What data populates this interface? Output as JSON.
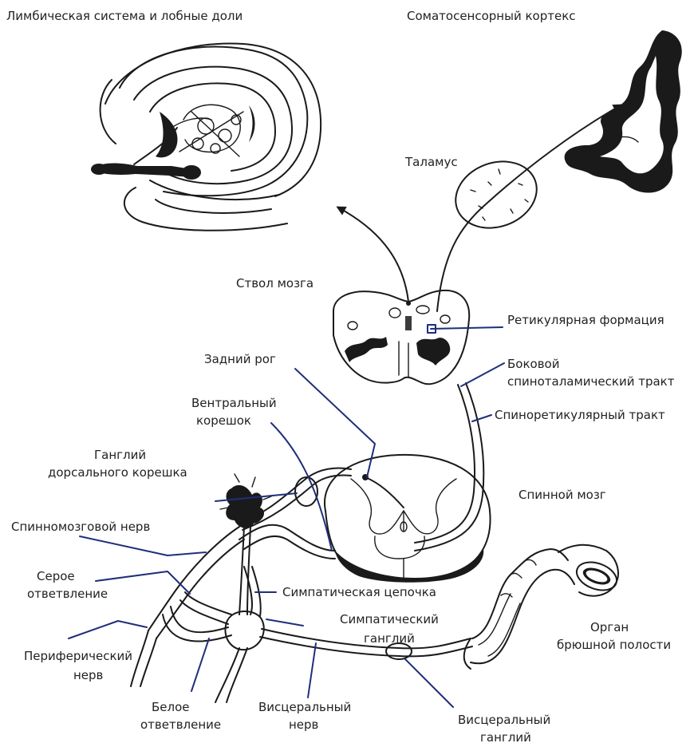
{
  "labels": {
    "limbic": "Лимбическая система и лобные доли",
    "somatosensory": "Соматосенсорный кортекс",
    "thalamus": "Таламус",
    "brainstem": "Ствол мозга",
    "reticular": "Ретикулярная формация",
    "dorsal_horn": "Задний рог",
    "lateral_tract_1": "Боковой",
    "lateral_tract_2": "спиноталамический тракт",
    "ventral_root_1": "Вентральный",
    "ventral_root_2": "корешок",
    "spinoreticular": "Спиноретикулярный тракт",
    "drg_1": "Ганглий",
    "drg_2": "дорсального корешка",
    "spinal_cord": "Спинной мозг",
    "spinal_nerve": "Спинномозговой нерв",
    "gray_ramus_1": "Серое",
    "gray_ramus_2": "ответвление",
    "sympathetic_chain": "Симпатическая цепочка",
    "sympathetic_ganglion_1": "Симпатический",
    "sympathetic_ganglion_2": "ганглий",
    "organ_1": "Орган",
    "organ_2": "брюшной полости",
    "peripheral_nerve_1": "Периферический",
    "peripheral_nerve_2": "нерв",
    "white_ramus_1": "Белое",
    "white_ramus_2": "ответвление",
    "visceral_nerve_1": "Висцеральный",
    "visceral_nerve_2": "нерв",
    "visceral_ganglion_1": "Висцеральный",
    "visceral_ganglion_2": "ганглий"
  },
  "colors": {
    "ink": "#1a1a1a",
    "leader_lines": "#1f2f7a",
    "text": "#231f20",
    "background": "#ffffff"
  }
}
